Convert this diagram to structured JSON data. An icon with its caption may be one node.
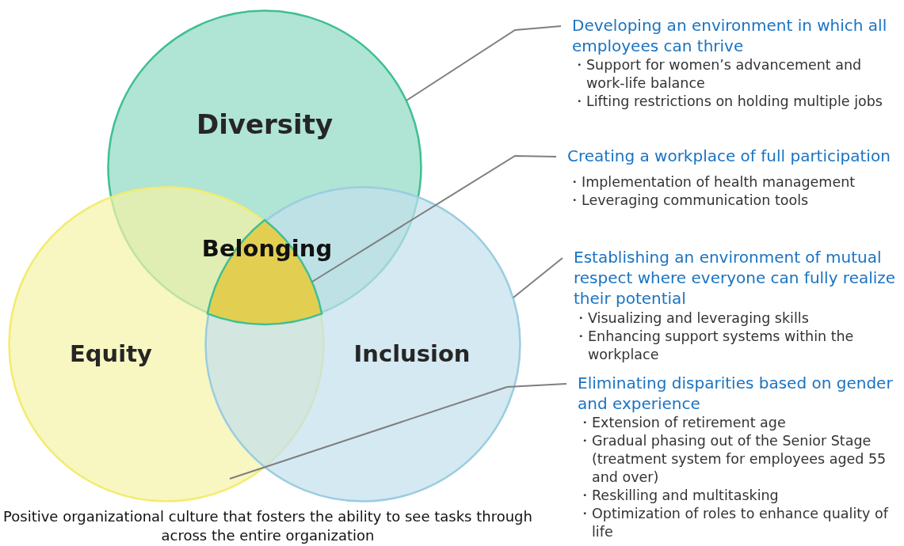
{
  "diagram": {
    "caption": "Positive organizational culture that fosters the ability to see tasks through across the entire organization",
    "nodes": [
      {
        "text": [
          "Diversity"
        ]
      },
      {
        "text": [
          "Equity"
        ]
      },
      {
        "text": [
          "Inclusion"
        ]
      },
      {
        "text": [
          "Belonging"
        ]
      },
      {
        "text": [
          "Developing an environment in which all employees can thrive",
          "・Support for women’s advancement and work-life balance",
          "・Lifting restrictions on holding multiple jobs"
        ]
      },
      {
        "text": [
          "Creating a workplace of full participation",
          "・Implementation of health management",
          "・Leveraging communication tools"
        ]
      },
      {
        "text": [
          "Establishing an environment of mutual respect where everyone can fully realize their potential",
          "・Visualizing and leveraging skills",
          "・Enhancing support systems within the workplace"
        ]
      },
      {
        "text": [
          "Eliminating disparities based on gender and experience",
          "・Extension of retirement age",
          "・Gradual phasing out of the Senior Stage (treatment system for employees aged 55 and over)",
          "・Reskilling and multitasking",
          "・Optimization of roles to enhance quality of life"
        ]
      }
    ],
    "edges": [
      {
        "from": 4,
        "to": 0,
        "arrow": "none"
      },
      {
        "from": 5,
        "to": 3,
        "arrow": "none"
      },
      {
        "from": 6,
        "to": 2,
        "arrow": "none"
      },
      {
        "from": 7,
        "to": 1,
        "arrow": "none"
      }
    ]
  }
}
